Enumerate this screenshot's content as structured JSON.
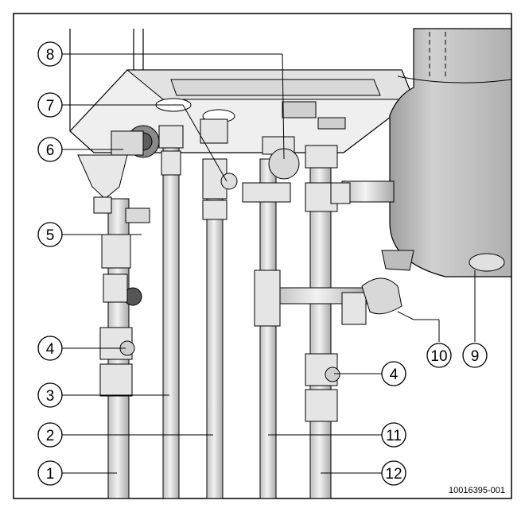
{
  "figure": {
    "reference_code": "10016395-001",
    "callouts": [
      {
        "id": "c1",
        "label": "1"
      },
      {
        "id": "c2",
        "label": "2"
      },
      {
        "id": "c3",
        "label": "3"
      },
      {
        "id": "c4a",
        "label": "4"
      },
      {
        "id": "c4b",
        "label": "4"
      },
      {
        "id": "c5",
        "label": "5"
      },
      {
        "id": "c6",
        "label": "6"
      },
      {
        "id": "c7",
        "label": "7"
      },
      {
        "id": "c8",
        "label": "8"
      },
      {
        "id": "c9",
        "label": "9"
      },
      {
        "id": "c10",
        "label": "10"
      },
      {
        "id": "c11",
        "label": "11"
      },
      {
        "id": "c12",
        "label": "12"
      }
    ],
    "colors": {
      "pipe": "#d3d3d3",
      "fitting": "#e6e6e6",
      "tank": "#bdbdbd",
      "dark": "#6e6e6e",
      "outline": "#000000"
    }
  }
}
